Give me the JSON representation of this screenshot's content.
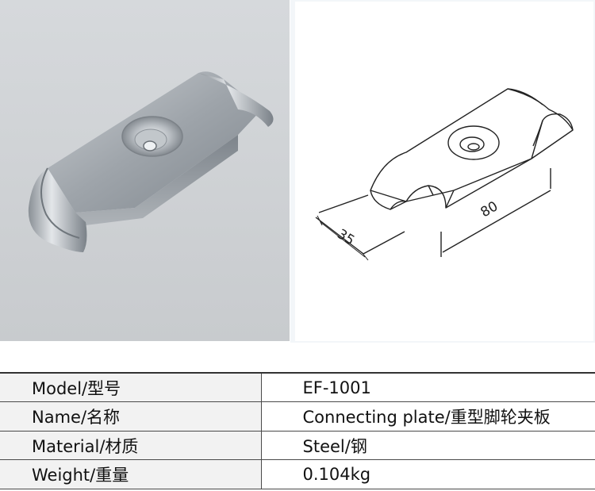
{
  "drawing": {
    "dim_width": "35",
    "dim_length": "80"
  },
  "specs": [
    {
      "label": "Model/型号",
      "value": "EF-1001"
    },
    {
      "label": "Name/名称",
      "value": "Connecting plate/重型脚轮夹板"
    },
    {
      "label": "Material/材质",
      "value": "Steel/钢"
    },
    {
      "label": "Weight/重量",
      "value": "0.104kg"
    }
  ]
}
